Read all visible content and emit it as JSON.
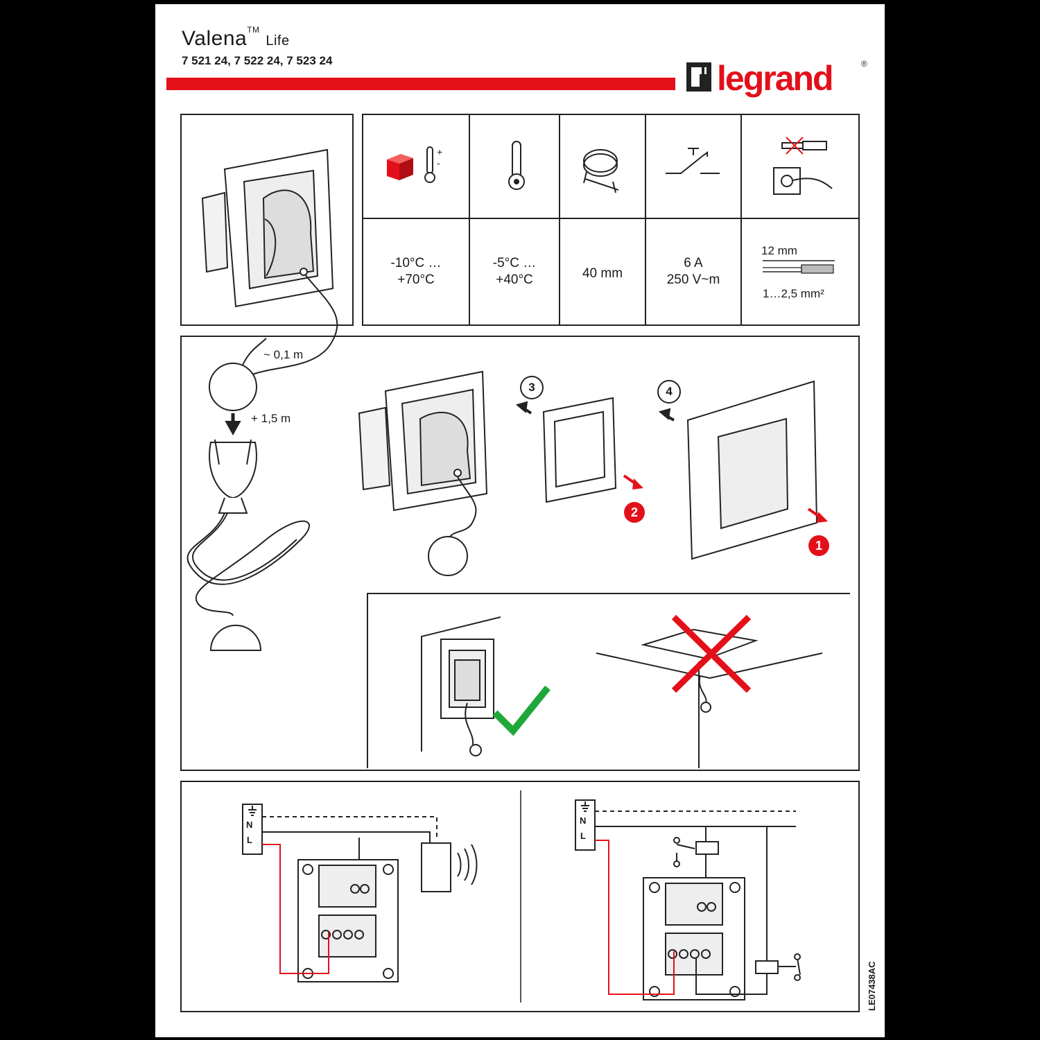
{
  "header": {
    "brand_line": "Valena",
    "trademark": "TM",
    "suffix": "Life",
    "references": "7 521 24, 7 522 24, 7 523 24",
    "logo_text": "legrand",
    "logo_registered": "®",
    "brand_color": "#e3101a"
  },
  "specs": {
    "storage_temp": "-10°C …\n+70°C",
    "storage_temp_1": "-10°C …",
    "storage_temp_2": "+70°C",
    "operating_temp_1": "-5°C …",
    "operating_temp_2": "+40°C",
    "box_depth": "40 mm",
    "current": "6 A",
    "voltage": "250 V~m",
    "strip_length": "12 mm",
    "wire_section": "1…2,5 mm²"
  },
  "install": {
    "cord_length_1": "~ 0,1 m",
    "cord_length_2": "+ 1,5 m",
    "step_3": "3",
    "step_4": "4",
    "step_2": "2",
    "step_1": "1",
    "correct_color": "#1fa83a",
    "wrong_color": "#e3101a"
  },
  "wiring": {
    "terminal_N": "N",
    "terminal_L": "L",
    "terminal_N2": "N",
    "terminal_L2": "L"
  },
  "doc_code": "LE07438AC"
}
